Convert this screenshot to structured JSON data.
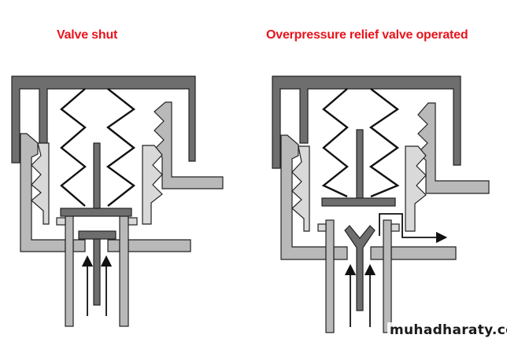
{
  "titles": {
    "left": "Valve shut",
    "right": "Overpressure relief valve operated"
  },
  "watermark": "muhadharaty.com",
  "colors": {
    "title": "#e8141c",
    "dark_part": "#6e6e6e",
    "light_part": "#b9b9b9"
  }
}
